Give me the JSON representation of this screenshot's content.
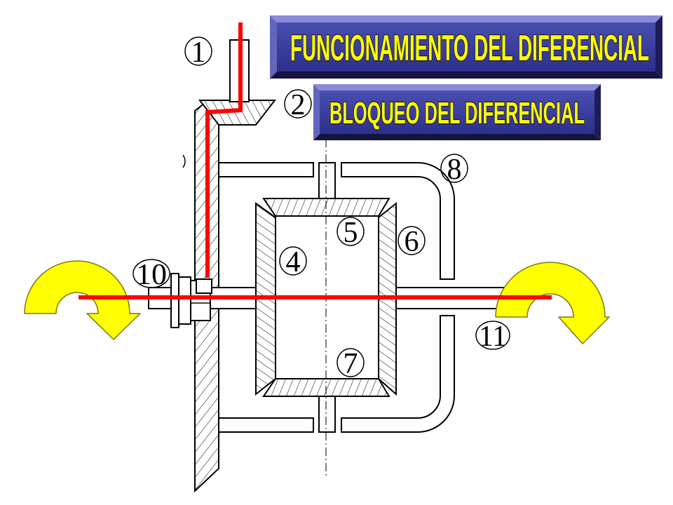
{
  "title": "FUNCIONAMIENTO DEL DIFERENCIAL",
  "subtitle": "BLOQUEO DEL DIFERENCIAL",
  "part_numbers": [
    "1",
    "2",
    "4",
    "5",
    "6",
    "7",
    "8",
    "10",
    "11"
  ],
  "colors": {
    "title_face": "#3a3e9e",
    "title_text": "#ffff00",
    "power_flow_line": "#ff0000",
    "rotation_arrow": "#ffff00"
  },
  "icons": {
    "rotation_arrows": "curved-arrow-down-icon"
  }
}
